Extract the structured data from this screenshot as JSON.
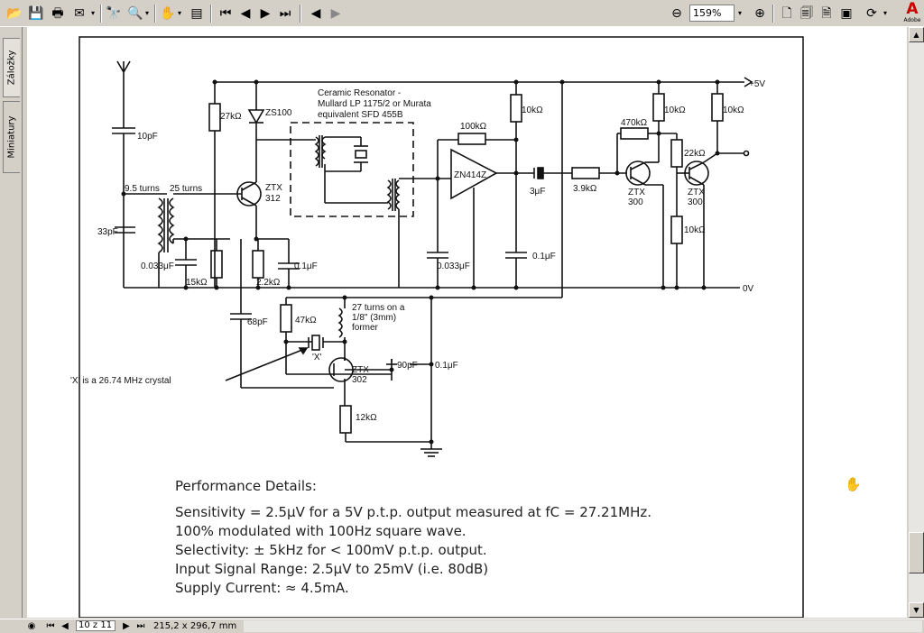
{
  "toolbar": {
    "zoom_value": "159%",
    "icons": [
      "open-icon",
      "save-icon",
      "print-icon",
      "email-icon",
      "find-icon",
      "search-icon",
      "hand-icon",
      "select-icon",
      "first-page-icon",
      "prev-page-icon",
      "next-page-icon",
      "last-page-icon",
      "back-icon",
      "forward-icon",
      "zoom-out-icon",
      "zoom-in-icon",
      "actual-size-icon",
      "fit-page-icon",
      "fit-width-icon",
      "rotate-icon"
    ]
  },
  "logo": {
    "text": "Adobe"
  },
  "sidepanel": {
    "tabs": [
      "Záložky",
      "Miniatury"
    ]
  },
  "status": {
    "page_value": "10 z 11",
    "dimensions": "215,2 x 296,7 mm"
  },
  "schematic": {
    "supply_label": "+5V",
    "ground_label": "0V",
    "resonator_title": "Ceramic Resonator -",
    "resonator_line2": "Mullard LP 1175/2 or Murata",
    "resonator_line3": "equivalent SFD 455B",
    "crystal_note": "'X' is a 26.74 MHz crystal",
    "coil_note_1": "27 turns on a",
    "coil_note_2": "1/8\" (3mm)",
    "coil_note_3": "former",
    "turns_1": "9.5 turns",
    "turns_2": "25 turns",
    "c_10pf": "10pF",
    "c_33pf": "33pF",
    "c_0033_a": "0.033μF",
    "r_15k": "15kΩ",
    "r_27k": "27kΩ",
    "d_zs100": "ZS100",
    "q1_a": "ZTX",
    "q1_b": "312",
    "r_22k_a": "2.2kΩ",
    "c_01_a": "0.1μF",
    "r_100k": "100kΩ",
    "ic": "ZN414Z",
    "r_10k_a": "10kΩ",
    "c_3uf": "3μF",
    "c_0033_b": "0.033μF",
    "c_01_b": "0.1μF",
    "r_39k": "3.9kΩ",
    "r_470k": "470kΩ",
    "r_10k_b": "10kΩ",
    "q2_a": "ZTX",
    "q2_b": "300",
    "r_22k_b": "22kΩ",
    "r_10k_c": "10kΩ",
    "q3_a": "ZTX",
    "q3_b": "300",
    "r_10k_d": "10kΩ",
    "c_68pf": "68pF",
    "r_47k": "47kΩ",
    "x_label": "'X'",
    "q4_a": "ZTX",
    "q4_b": "302",
    "c_90pf": "90pF",
    "c_01_c": "0.1μF",
    "r_12k": "12kΩ"
  },
  "performance": {
    "heading": "Performance Details:",
    "line1": "Sensitivity = 2.5μV for a 5V p.t.p. output measured at fC = 27.21MHz.",
    "line2": "100% modulated with 100Hz square wave.",
    "line3": "Selectivity: ± 5kHz for < 100mV p.t.p. output.",
    "line4": "Input Signal Range: 2.5μV to 25mV (i.e. 80dB)",
    "line5": "Supply Current: ≈ 4.5mA."
  }
}
